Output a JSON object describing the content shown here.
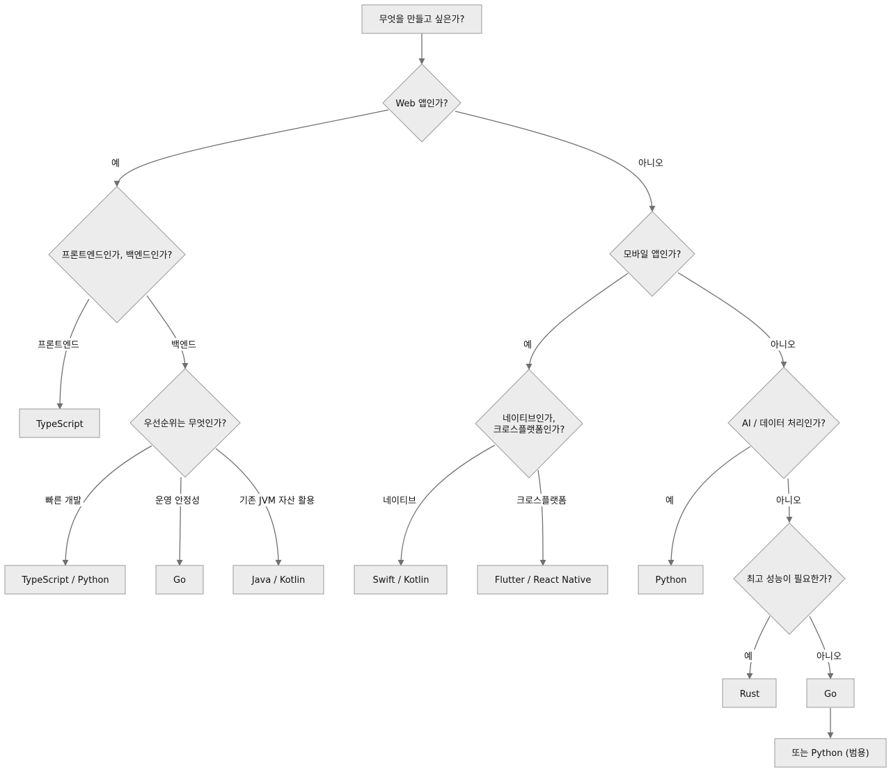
{
  "nodes": {
    "start": "무엇을 만들고 싶은가?",
    "q_web": "Web 앱인가?",
    "q_frontback": "프론트엔드인가, 백엔드인가?",
    "q_mobile": "모바일 앱인가?",
    "r_typescript": "TypeScript",
    "q_priority": "우선순위는 무엇인가?",
    "q_native_line1": "네이티브인가,",
    "q_native_line2": "크로스플랫폼인가?",
    "q_ai": "AI / 데이터 처리인가?",
    "r_ts_python": "TypeScript / Python",
    "r_go1": "Go",
    "r_java_kotlin": "Java / Kotlin",
    "r_swift_kotlin": "Swift / Kotlin",
    "r_flutter_rn": "Flutter / React Native",
    "r_python": "Python",
    "q_perf": "최고 성능이 필요한가?",
    "r_rust": "Rust",
    "r_go2": "Go",
    "r_python_general": "또는 Python (범용)"
  },
  "edges": {
    "web_yes": "예",
    "web_no": "아니오",
    "frontend": "프론트엔드",
    "backend": "백엔드",
    "mobile_yes": "예",
    "mobile_no": "아니오",
    "fast_dev": "빠른 개발",
    "stability": "운영 안정성",
    "jvm": "기존 JVM 자산 활용",
    "native": "네이티브",
    "cross": "크로스플랫폼",
    "ai_yes": "예",
    "ai_no": "아니오",
    "perf_yes": "예",
    "perf_no": "아니오"
  }
}
